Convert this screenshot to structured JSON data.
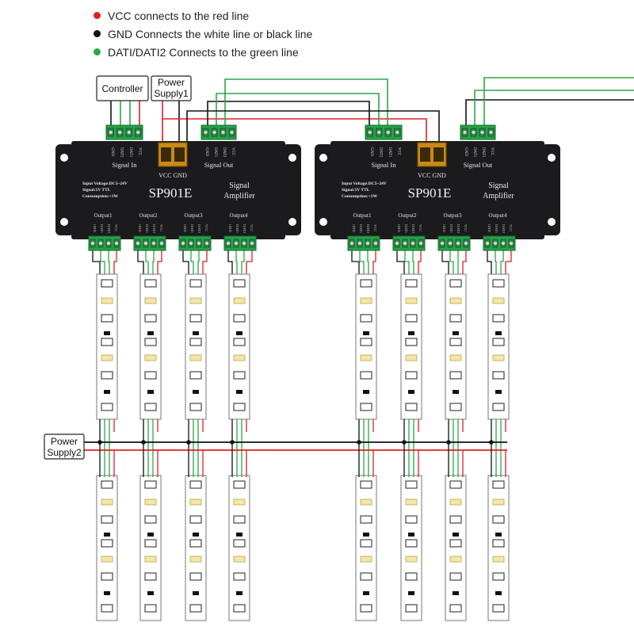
{
  "legend": [
    {
      "text": "VCC connects to the red line",
      "color": "#e31e24"
    },
    {
      "text": "GND Connects the white line or black line",
      "color": "#111111"
    },
    {
      "text": "DATI/DATI2 Connects to the green line",
      "color": "#2aa84a"
    }
  ],
  "labels": {
    "controller": "Controller",
    "power_supply_1_line1": "Power",
    "power_supply_1_line2": "Supply1",
    "power_supply_2_line1": "Power",
    "power_supply_2_line2": "Supply2"
  },
  "amplifier": {
    "model": "SP901E",
    "signal_in": "Signal In",
    "signal_out": "Signal Out",
    "power_label": "VCC  GND",
    "name_line1": "Signal",
    "name_line2": "Amplifier",
    "spec_voltage": "Input Voltage:DC5~24V",
    "spec_signal": "Signal:5V TTL",
    "spec_consumption": "Consumption:<1W",
    "outputs": [
      "Output1",
      "Output2",
      "Output3",
      "Output4"
    ],
    "pins_in": [
      "GND",
      "DAT2",
      "DAT1",
      "VCC"
    ],
    "pins_out": [
      "GND",
      "DAT1",
      "DAT2",
      "VCC"
    ]
  },
  "colors": {
    "vcc": "#e31e24",
    "gnd": "#111111",
    "data": "#2aa84a",
    "terminal": "#27a24a",
    "body": "#1b1b1d",
    "strip": "#ffffff",
    "led": "#f4e6a8"
  }
}
